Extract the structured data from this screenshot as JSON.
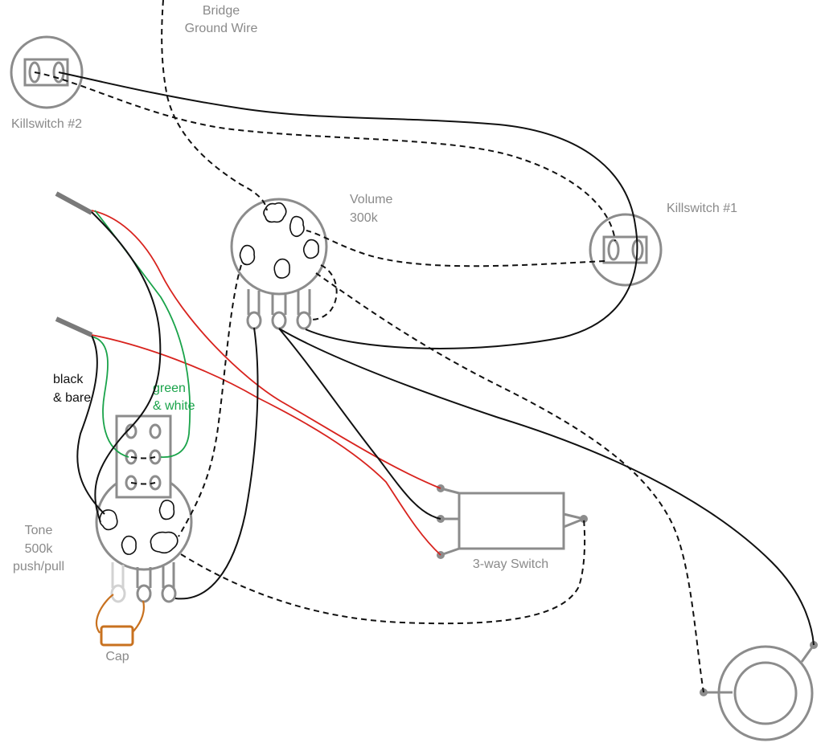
{
  "labels": {
    "bridge_ground_wire_line1": "Bridge",
    "bridge_ground_wire_line2": "Ground Wire",
    "killswitch_2": "Killswitch #2",
    "killswitch_1": "Killswitch #1",
    "volume_line1": "Volume",
    "volume_line2": "300k",
    "black_bare_line1": "black",
    "black_bare_line2": "& bare",
    "green_white_line1": "green",
    "green_white_line2": "& white",
    "tone_line1": "Tone",
    "tone_line2": "500k",
    "tone_line3": "push/pull",
    "switch_3way": "3-way Switch",
    "cap": "Cap"
  },
  "colors": {
    "component_outline": "#8c8c8c",
    "wire_black": "#111111",
    "wire_red": "#d8231e",
    "wire_green": "#1aa34a",
    "wire_orange": "#c8711f",
    "label_gray": "#8a8a8a"
  }
}
